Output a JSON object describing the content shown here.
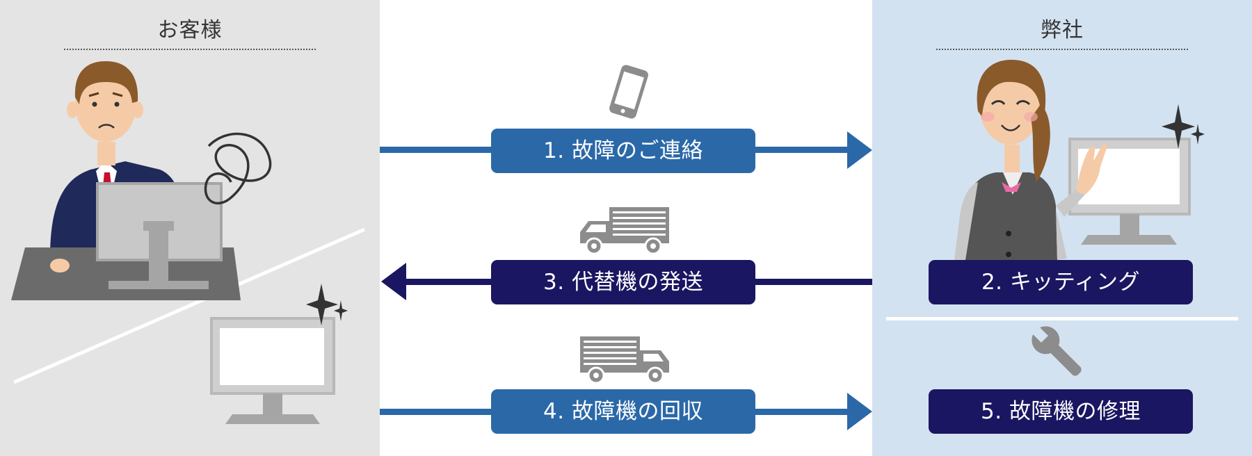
{
  "left_panel": {
    "title": "お客様"
  },
  "right_panel": {
    "title": "弊社"
  },
  "steps": [
    {
      "label": "1. 故障のご連絡"
    },
    {
      "label": "2. キッティング"
    },
    {
      "label": "3. 代替機の発送"
    },
    {
      "label": "4. 故障機の回収"
    },
    {
      "label": "5. 故障機の修理"
    }
  ],
  "colors": {
    "arrow_light": "#2b68a8",
    "arrow_dark": "#1b1661",
    "customer_bg": "#e4e4e4",
    "company_bg": "#d3e2f1",
    "icon_gray": "#8c8c8c"
  },
  "icons": [
    "smartphone-icon",
    "truck-icon",
    "truck-icon",
    "wrench-icon",
    "sparkle-icon"
  ]
}
